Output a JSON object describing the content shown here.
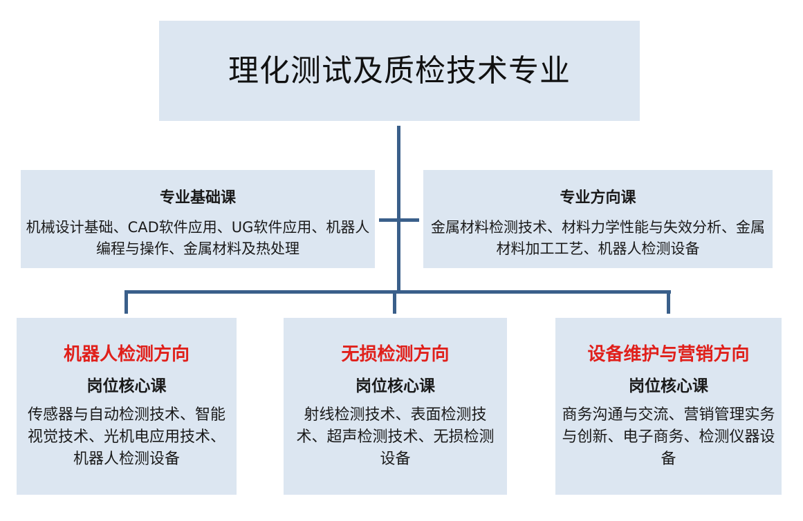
{
  "root": {
    "title": "理化测试及质检技术专业"
  },
  "categories": [
    {
      "heading": "专业基础课",
      "courses": "机械设计基础、CAD软件应用、UG软件应用、机器人编程与操作、金属材料及热处理"
    },
    {
      "heading": "专业方向课",
      "courses": "金属材料检测技术、材料力学性能与失效分析、金属材料加工工艺、机器人检测设备"
    }
  ],
  "directions": [
    {
      "title": "机器人检测方向",
      "sub": "岗位核心课",
      "courses": "传感器与自动检测技术、智能视觉技术、光机电应用技术、机器人检测设备"
    },
    {
      "title": "无损检测方向",
      "sub": "岗位核心课",
      "courses": "射线检测技术、表面检测技术、超声检测技术、无损检测设备"
    },
    {
      "title": "设备维护与营销方向",
      "sub": "岗位核心课",
      "courses": "商务沟通与交流、营销管理实务与创新、电子商务、检测仪器设备"
    }
  ],
  "colors": {
    "box_fill": "#dce6f1",
    "connector": "#3a5f8a",
    "direction_title": "#e0201b"
  }
}
